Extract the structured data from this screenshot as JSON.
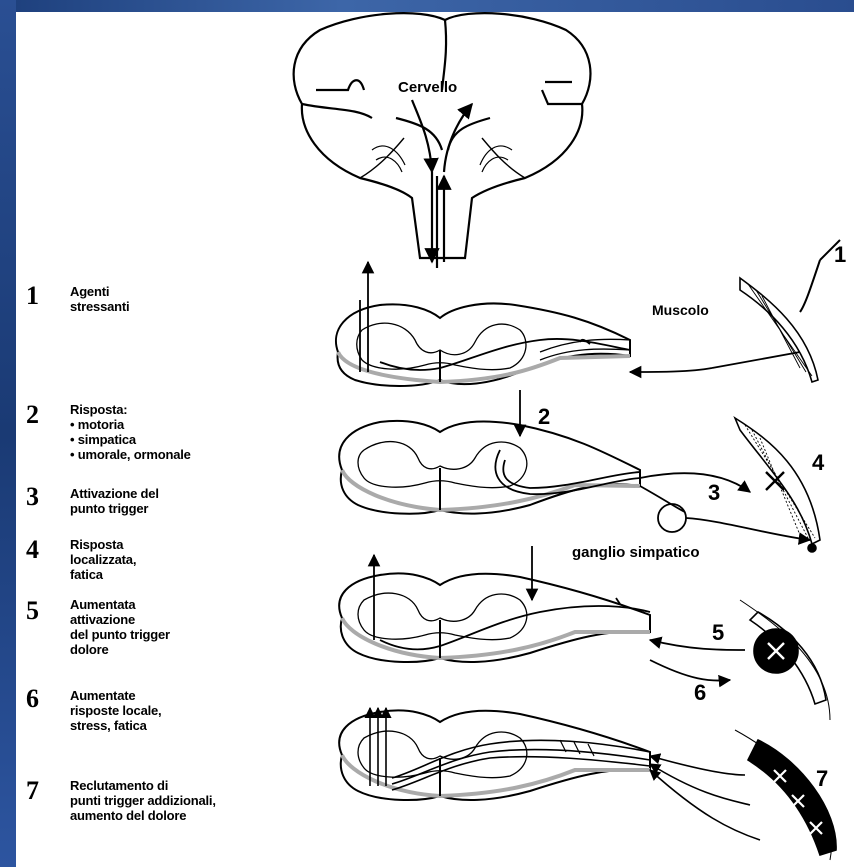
{
  "labels": {
    "brain": "Cervello",
    "muscle": "Muscolo",
    "ganglion": "ganglio simpatico"
  },
  "steps": [
    {
      "num": "1",
      "text": "Agenti\nstressanti"
    },
    {
      "num": "2",
      "text": "Risposta:\n• motoria\n• simpatica\n• umorale, ormonale"
    },
    {
      "num": "3",
      "text": "Attivazione del\npunto trigger"
    },
    {
      "num": "4",
      "text": "Risposta\nlocalizzata,\nfatica"
    },
    {
      "num": "5",
      "text": "Aumentata\nattivazione\ndel punto trigger\ndolore"
    },
    {
      "num": "6",
      "text": "Aumentate\nrisposte locale,\nstress, fatica"
    },
    {
      "num": "7",
      "text": "Reclutamento di\npunti trigger addizionali,\naumento del dolore"
    }
  ],
  "callouts": [
    "1",
    "2",
    "3",
    "4",
    "5",
    "6",
    "7"
  ]
}
